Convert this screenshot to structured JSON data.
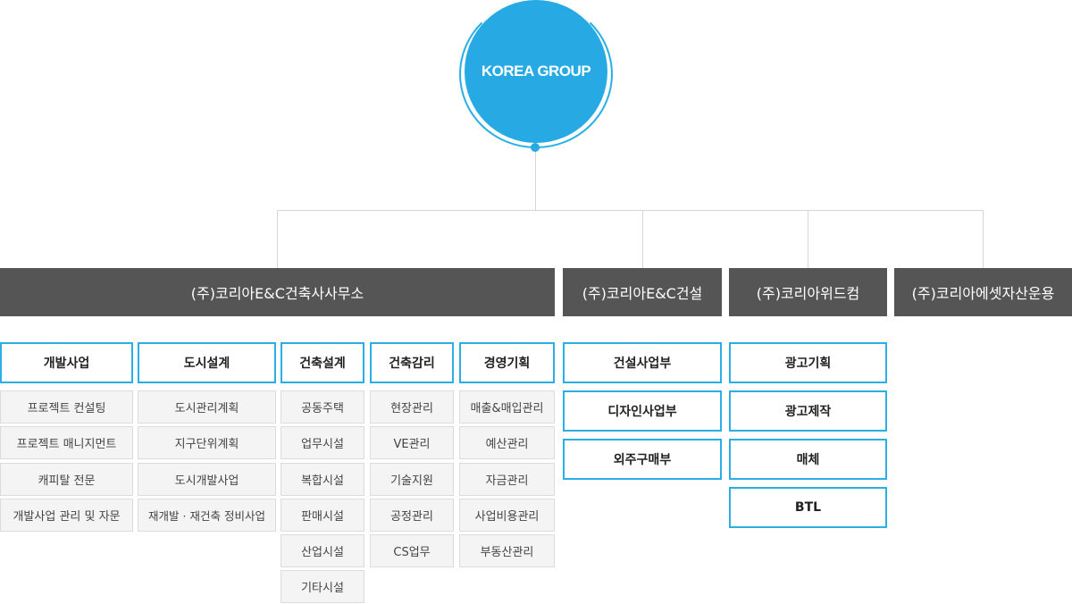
{
  "root": {
    "label": "KOREA GROUP"
  },
  "companies": [
    {
      "label": "(주)코리아E&C건축사사무소"
    },
    {
      "label": "(주)코리아E&C건설"
    },
    {
      "label": "(주)코리아위드컴"
    },
    {
      "label": "(주)코리아에셋자산운용"
    }
  ],
  "depts": [
    {
      "label": "개발사업",
      "items": [
        "프로젝트 컨설팅",
        "프로젝트 매니지먼트",
        "캐피탈 전문",
        "개발사업 관리 및 자문"
      ]
    },
    {
      "label": "도시설계",
      "items": [
        "도시관리계획",
        "지구단위계획",
        "도시개발사업",
        "재개발 · 재건축 정비사업"
      ]
    },
    {
      "label": "건축설계",
      "items": [
        "공동주택",
        "업무시설",
        "복합시설",
        "판매시설",
        "산업시설",
        "기타시설"
      ]
    },
    {
      "label": "건축감리",
      "items": [
        "현장관리",
        "VE관리",
        "기술지원",
        "공정관리",
        "CS업무"
      ]
    },
    {
      "label": "경영기획",
      "items": [
        "매출&매입관리",
        "예산관리",
        "자금관리",
        "사업비용관리",
        "부동산관리"
      ]
    },
    {
      "label": "건설사업부"
    },
    {
      "label": "디자인사업부"
    },
    {
      "label": "외주구매부"
    },
    {
      "label": "광고기획"
    },
    {
      "label": "광고제작"
    },
    {
      "label": "매체"
    },
    {
      "label": "BTL"
    }
  ]
}
